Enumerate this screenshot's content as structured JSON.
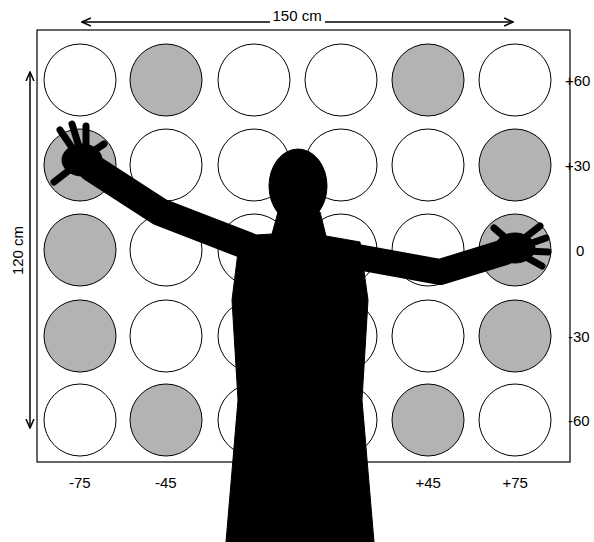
{
  "diagram": {
    "labels": [
      "150 cm",
      "120 cm",
      "+60",
      "+30",
      "0",
      "-30",
      "-60",
      "-75",
      "-45",
      "+45",
      "+75"
    ]
  }
}
